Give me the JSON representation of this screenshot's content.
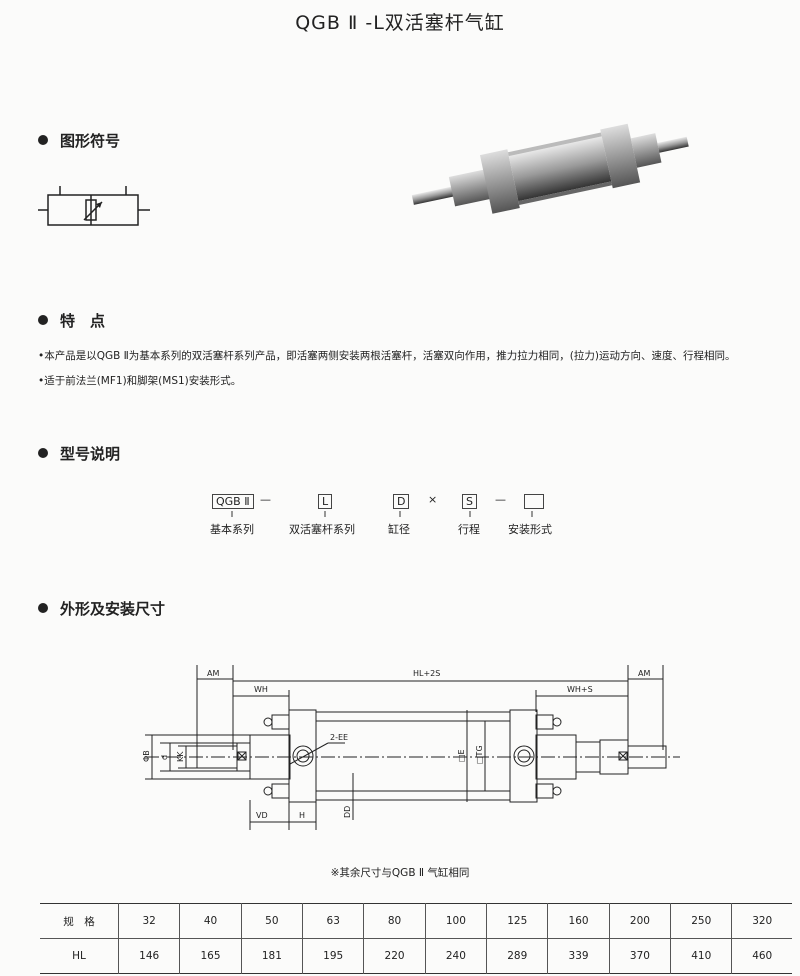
{
  "title": "QGB Ⅱ -L双活塞杆气缸",
  "sections": {
    "symbol": "图形符号",
    "features": "特　点",
    "model": "型号说明",
    "dimensions": "外形及安装尺寸"
  },
  "features": [
    "•本产品是以QGB Ⅱ为基本系列的双活塞杆系列产品，即活塞两侧安装两根活塞杆，活塞双向作用，推力拉力相同，(拉力)运动方向、速度、行程相同。",
    "•适于前法兰(MF1)和脚架(MS1)安装形式。"
  ],
  "model_code": {
    "boxes": [
      "QGB Ⅱ",
      "L",
      "D",
      "S",
      ""
    ],
    "separators": [
      "—",
      "×",
      "—"
    ],
    "labels": [
      "基本系列",
      "双活塞杆系列",
      "缸径",
      "行程",
      "安装形式"
    ]
  },
  "drawing_labels": {
    "am": "AM",
    "hl2s": "HL+2S",
    "wh": "WH",
    "whs": "WH+S",
    "phib": "ΦB",
    "d": "d",
    "kk": "KK",
    "ee": "2-EE",
    "e": "□E",
    "tg": "□TG",
    "vd": "VD",
    "h": "H",
    "dd": "DD"
  },
  "note": "※其余尺寸与QGB Ⅱ 气缸相同",
  "table": {
    "rows": [
      {
        "label": "规　格",
        "values": [
          "32",
          "40",
          "50",
          "63",
          "80",
          "100",
          "125",
          "160",
          "200",
          "250",
          "320"
        ]
      },
      {
        "label": "HL",
        "values": [
          "146",
          "165",
          "181",
          "195",
          "220",
          "240",
          "289",
          "339",
          "370",
          "410",
          "460"
        ]
      }
    ]
  }
}
